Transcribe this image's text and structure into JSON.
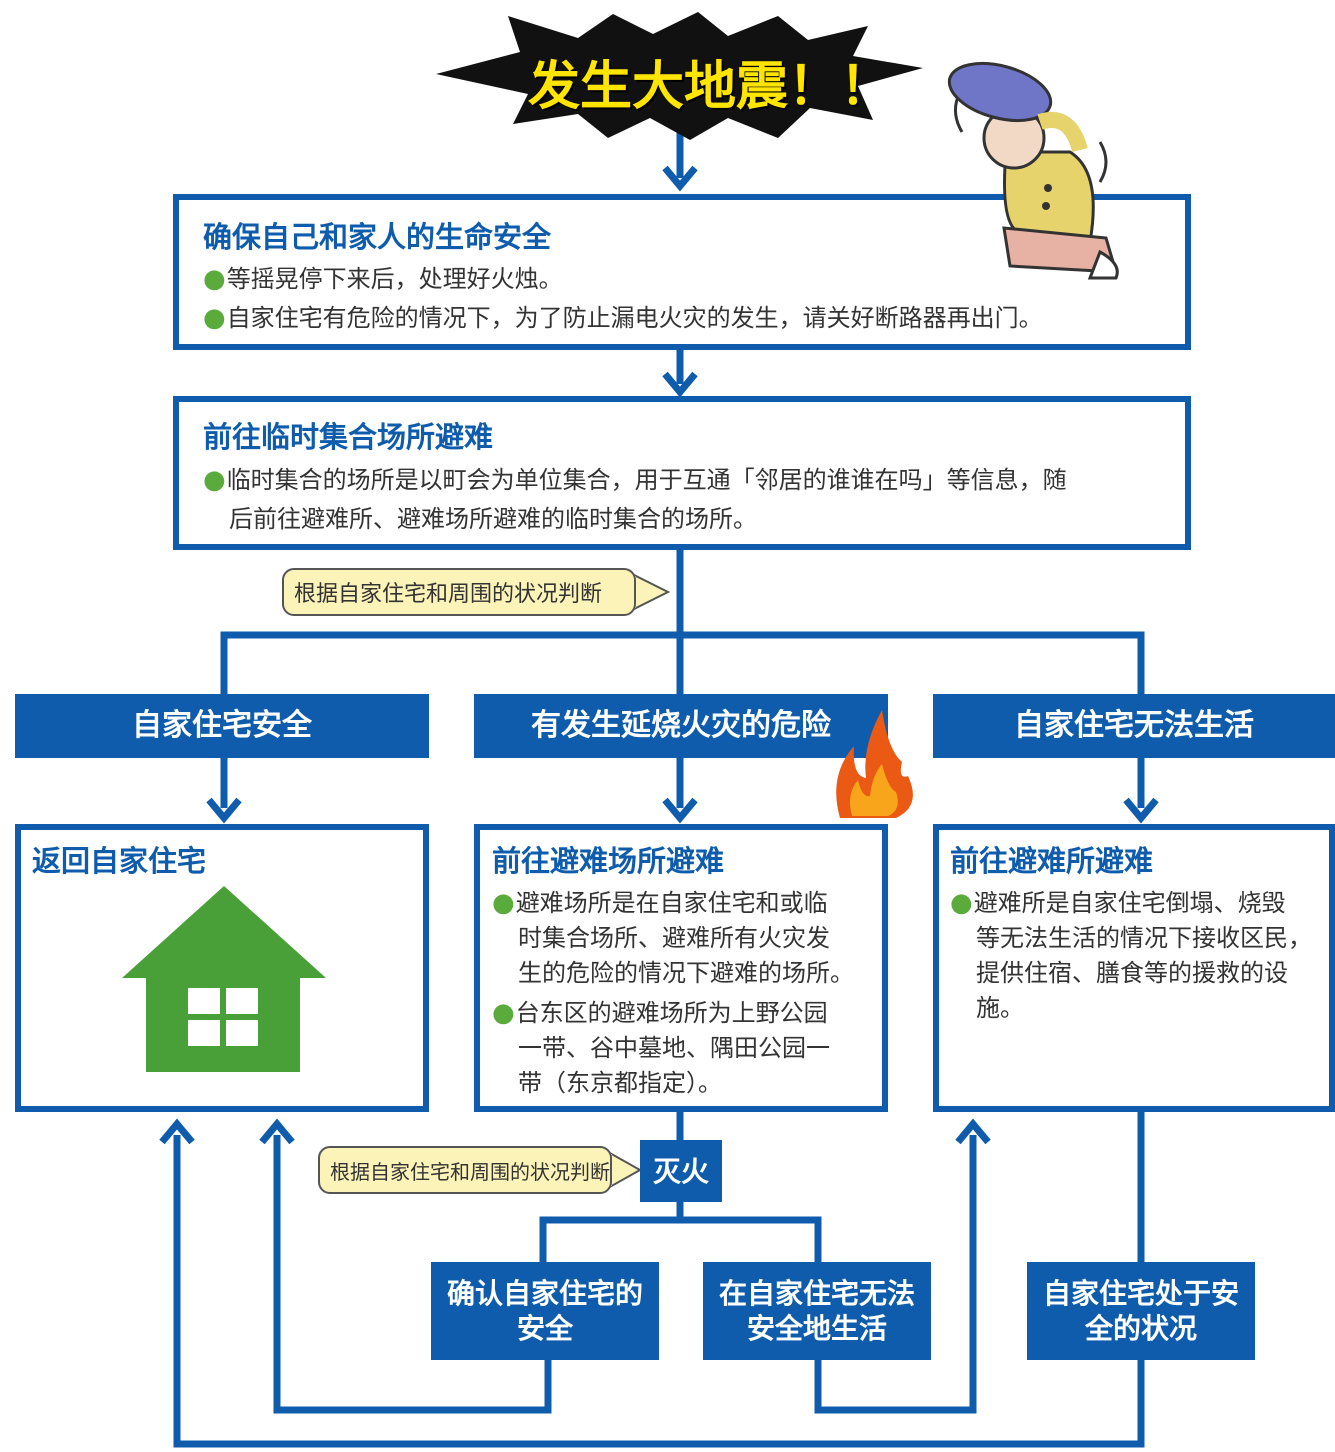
{
  "headline": "发生大地震！！",
  "step1": {
    "title": "确保自己和家人的生命安全",
    "bullets": [
      "等摇晃停下来后，处理好火烛。",
      "自家住宅有危险的情况下，为了防止漏电火灾的发生，请关好断路器再出门。"
    ]
  },
  "step2": {
    "title": "前往临时集合场所避难",
    "line1": "临时集合的场所是以町会为单位集合，用于互通「邻居的谁谁在吗」等信息，随",
    "line2": "后前往避难所、避难场所避难的临时集合的场所。"
  },
  "judge_note": "根据自家住宅和周围的状况判断",
  "branches": [
    "自家住宅安全",
    "有发生延烧火灾的危险",
    "自家住宅无法生活"
  ],
  "return_home": {
    "title": "返回自家住宅"
  },
  "evac_area": {
    "title": "前往避难场所避难",
    "bullet1": [
      "避难场所是在自家住宅和或临",
      "时集合场所、避难所有火灾发",
      "生的危险的情况下避难的场所。"
    ],
    "bullet2": [
      "台东区的避难场所为上野公园",
      "一带、谷中墓地、隅田公园一",
      "带（东京都指定）。"
    ]
  },
  "evac_center": {
    "title": "前往避难所避难",
    "lines": [
      "避难所是自家住宅倒塌、烧毁",
      "等无法生活的情况下接收区民，",
      "提供住宿、膳食等的援救的设",
      "施。"
    ]
  },
  "fire_out": "灭火",
  "outcomes": {
    "safe_confirm": [
      "确认自家住宅的",
      "安全"
    ],
    "cannot_live": [
      "在自家住宅无法",
      "安全地生活"
    ],
    "home_safe": [
      "自家住宅处于安",
      "全的状况"
    ]
  },
  "colors": {
    "blue": "#0f5cad",
    "green": "#5aab3c",
    "note_bg": "#fbf3b8",
    "headline": "#ffe500"
  },
  "icons": [
    "burst-icon",
    "worried-person-icon",
    "house-icon",
    "fire-icon"
  ]
}
